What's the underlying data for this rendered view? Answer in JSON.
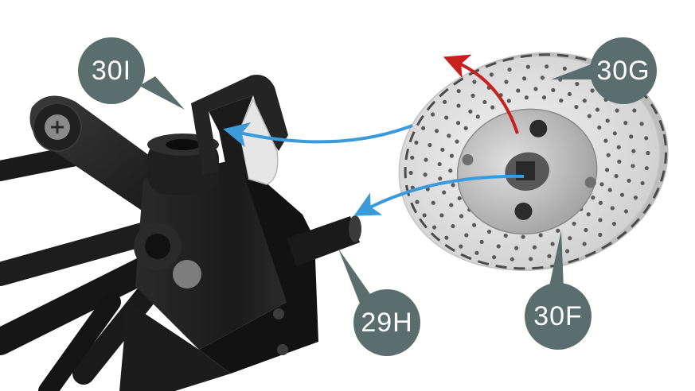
{
  "callouts": {
    "part_30I": "30I",
    "part_30G": "30G",
    "part_29H": "29H",
    "part_30F": "30F"
  },
  "colors": {
    "callout_fill": "#5b6e6e",
    "callout_text": "#ffffff",
    "assembly_arrow": "#3b9ad9",
    "rotation_arrow": "#c8201f",
    "part_dark": "#1c1c1c",
    "disc_silver": "#e4e4e4"
  },
  "icons": [
    "disc-rotation-arrow",
    "assembly-arrow",
    "leader-pointer"
  ]
}
